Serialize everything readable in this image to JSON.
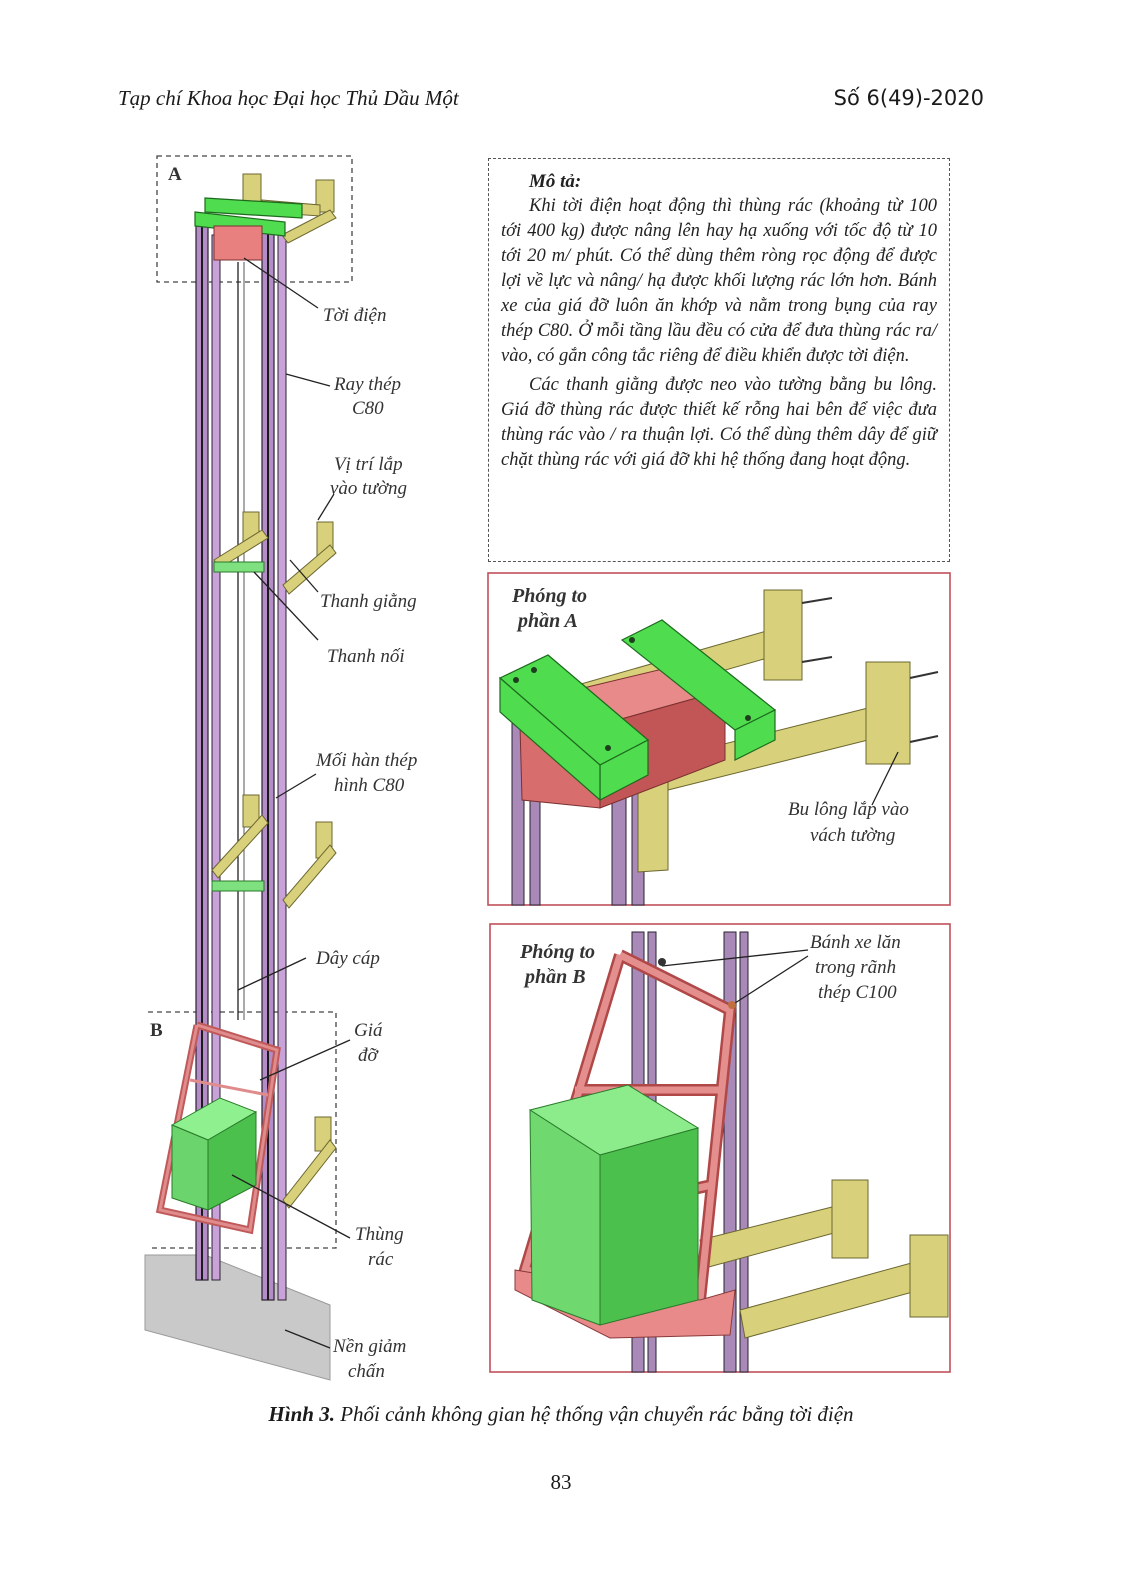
{
  "header": {
    "journal": "Tạp chí Khoa học Đại học Thủ Dầu Một",
    "issue": "Số 6(49)-2020"
  },
  "figure": {
    "labels": {
      "section_a": "A",
      "section_b": "B",
      "toi_dien": "Tời điện",
      "ray_thep_1": "Ray thép",
      "ray_thep_2": "C80",
      "vi_tri_1": "Vị trí lắp",
      "vi_tri_2": "vào tường",
      "thanh_giang": "Thanh giằng",
      "thanh_noi": "Thanh nối",
      "moi_han_1": "Mối hàn thép",
      "moi_han_2": "hình C80",
      "day_cap": "Dây cáp",
      "gia_do_1": "Giá",
      "gia_do_2": "đỡ",
      "thung_rac_1": "Thùng",
      "thung_rac_2": "rác",
      "nen_1": "Nền giảm",
      "nen_2": "chấn"
    },
    "zoom_a": {
      "title_1": "Phóng to",
      "title_2": "phần A",
      "bolt_1": "Bu lông lắp vào",
      "bolt_2": "vách tường"
    },
    "zoom_b": {
      "title_1": "Phóng to",
      "title_2": "phần B",
      "wheel_1": "Bánh xe lăn",
      "wheel_2": "trong rãnh",
      "wheel_3": "thép C100"
    }
  },
  "description": {
    "title": "Mô tả:",
    "p1": "Khi tời điện hoạt động thì thùng rác (khoảng từ 100 tới 400 kg) được nâng lên hay hạ xuống với tốc độ từ 10 tới 20 m/ phút. Có thể dùng thêm ròng rọc động để được lợi về lực và nâng/ hạ được khối lượng rác lớn hơn. Bánh xe của giá đỡ luôn ăn khớp và nằm trong bụng của ray thép C80. Ở mỗi tầng lầu đều có cửa để đưa thùng rác ra/ vào, có gắn công tắc riêng để điều khiển được tời điện.",
    "p2": "Các thanh giằng được neo vào tường bằng bu lông. Giá đỡ thùng rác được thiết kế rỗng hai bên để việc đưa thùng rác vào / ra thuận lợi. Có thể dùng thêm dây để giữ chặt thùng rác với giá đỡ khi hệ thống đang hoạt động."
  },
  "caption": {
    "label": "Hình 3.",
    "text": "Phối cảnh không gian hệ thống vận chuyển rác bằng tời điện"
  },
  "page_number": "83"
}
